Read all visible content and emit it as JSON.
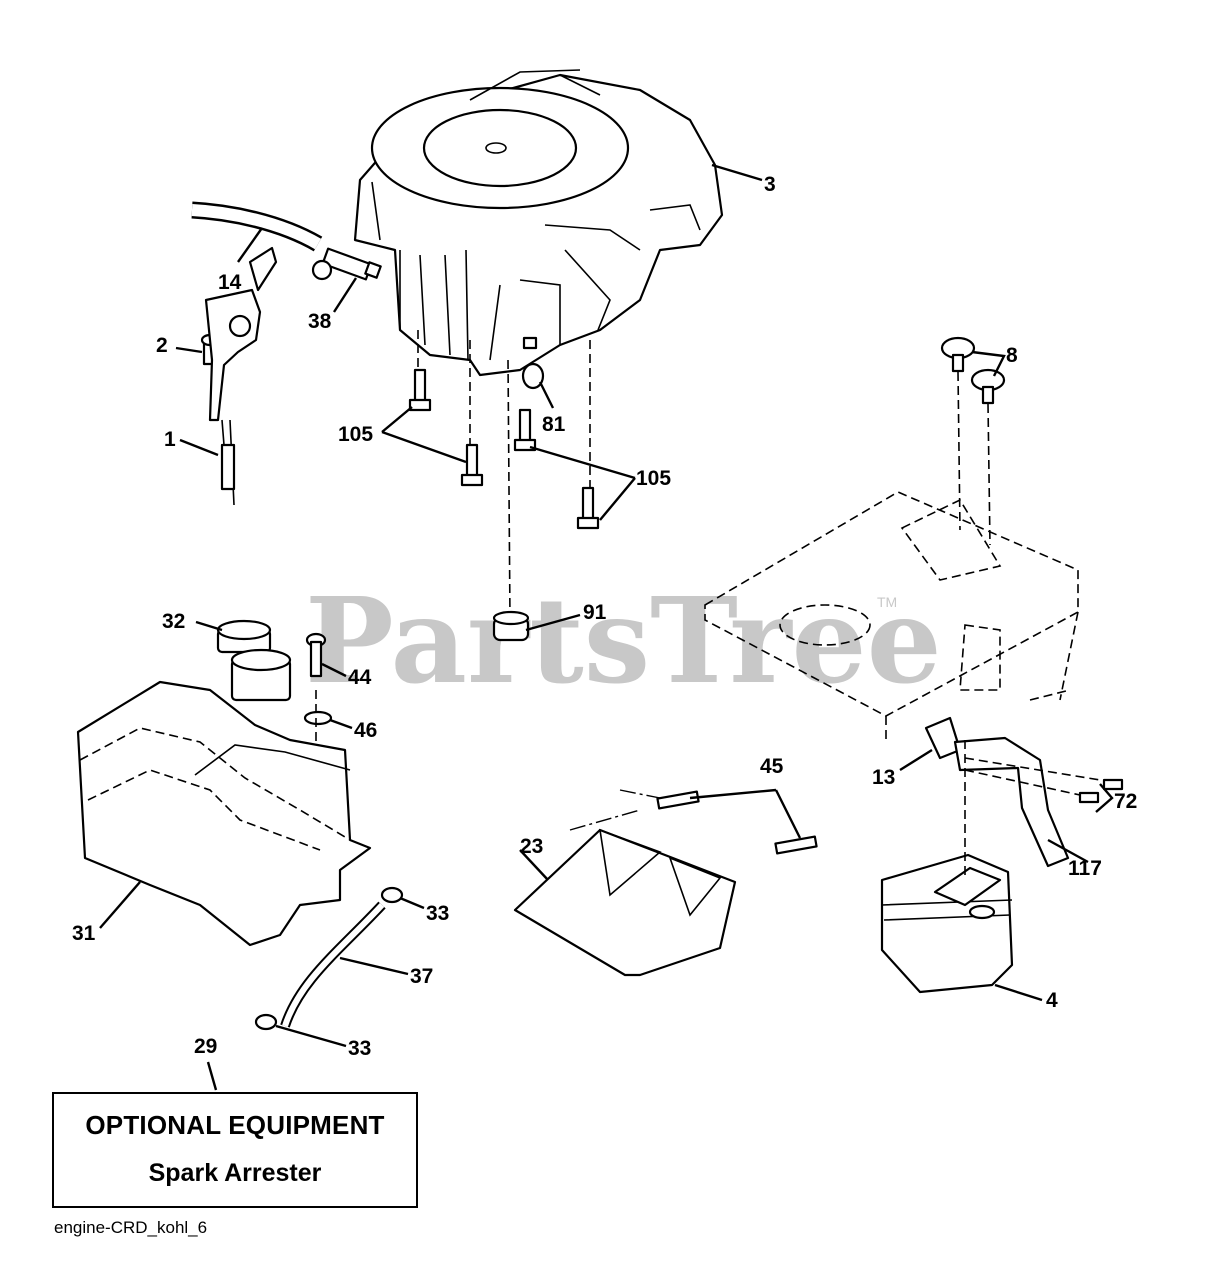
{
  "watermark": {
    "text": "PartsTree",
    "trademark": "TM",
    "color": "#c8c8c8"
  },
  "callouts": [
    {
      "id": "c-3",
      "label": "3"
    },
    {
      "id": "c-14",
      "label": "14"
    },
    {
      "id": "c-38",
      "label": "38"
    },
    {
      "id": "c-2",
      "label": "2"
    },
    {
      "id": "c-1",
      "label": "1"
    },
    {
      "id": "c-105a",
      "label": "105"
    },
    {
      "id": "c-81",
      "label": "81"
    },
    {
      "id": "c-105b",
      "label": "105"
    },
    {
      "id": "c-8",
      "label": "8"
    },
    {
      "id": "c-32",
      "label": "32"
    },
    {
      "id": "c-91",
      "label": "91"
    },
    {
      "id": "c-44",
      "label": "44"
    },
    {
      "id": "c-46",
      "label": "46"
    },
    {
      "id": "c-45",
      "label": "45"
    },
    {
      "id": "c-13",
      "label": "13"
    },
    {
      "id": "c-72",
      "label": "72"
    },
    {
      "id": "c-23",
      "label": "23"
    },
    {
      "id": "c-117",
      "label": "117"
    },
    {
      "id": "c-31",
      "label": "31"
    },
    {
      "id": "c-33a",
      "label": "33"
    },
    {
      "id": "c-37",
      "label": "37"
    },
    {
      "id": "c-4",
      "label": "4"
    },
    {
      "id": "c-29",
      "label": "29"
    },
    {
      "id": "c-33b",
      "label": "33"
    }
  ],
  "optional_box": {
    "title": "OPTIONAL EQUIPMENT",
    "subtitle": "Spark Arrester"
  },
  "diagram_id": "engine-CRD_kohl_6"
}
